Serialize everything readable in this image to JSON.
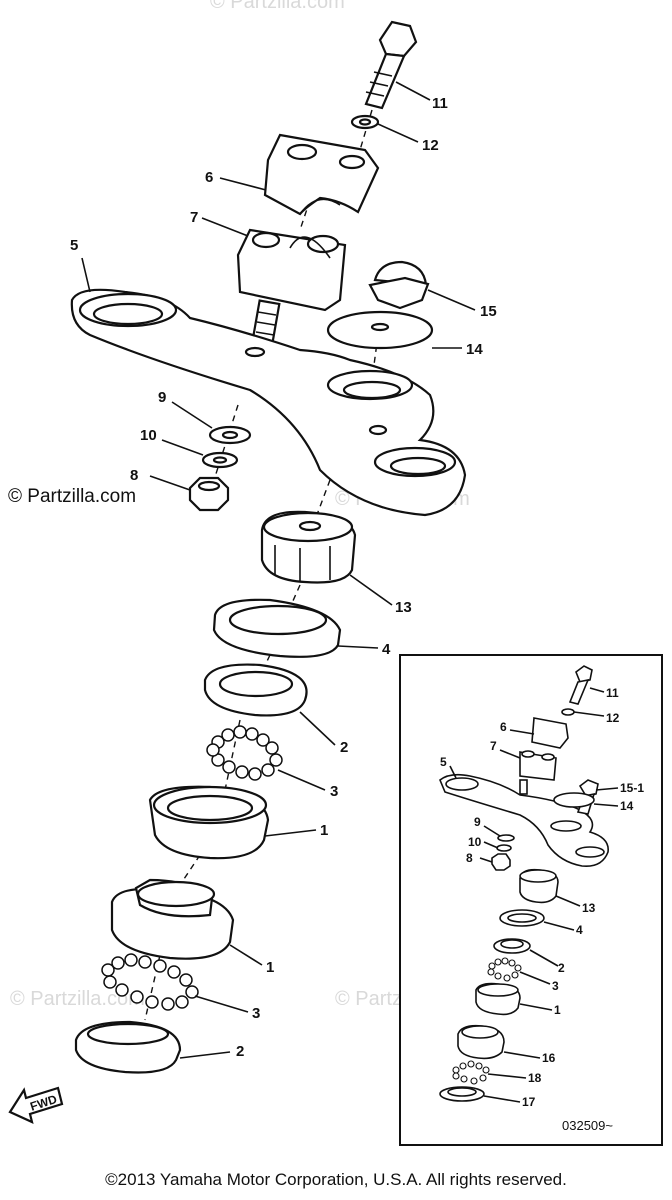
{
  "diagram": {
    "callouts_main": [
      "11",
      "12",
      "6",
      "7",
      "5",
      "15",
      "14",
      "9",
      "10",
      "8",
      "13",
      "4",
      "2",
      "3",
      "1",
      "1",
      "3",
      "2"
    ],
    "callouts_inset": [
      "11",
      "12",
      "6",
      "7",
      "5",
      "15-1",
      "14",
      "9",
      "10",
      "8",
      "13",
      "4",
      "2",
      "3",
      "1",
      "16",
      "18",
      "17"
    ],
    "inset_code": "032509~",
    "fwd_label": "FWD"
  },
  "watermarks": {
    "main": "© Partzilla.com",
    "faded": [
      "© Partzilla.com",
      "© Partzilla.com",
      "© Partzilla.com",
      "© Partzilla.com"
    ]
  },
  "footer": {
    "copyright": "©2013  Yamaha Motor Corporation, U.S.A. All rights reserved."
  }
}
